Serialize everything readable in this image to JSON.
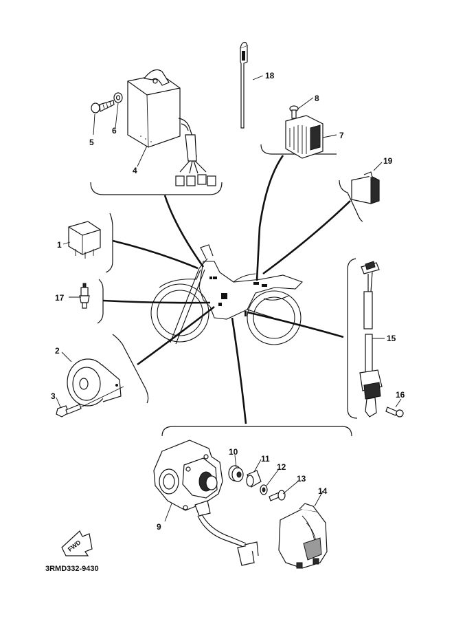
{
  "diagram": {
    "part_numbers": {
      "p1": "1",
      "p2": "2",
      "p3": "3",
      "p4": "4",
      "p5": "5",
      "p6": "6",
      "p7": "7",
      "p8": "8",
      "p9": "9",
      "p10": "10",
      "p11": "11",
      "p12": "12",
      "p13": "13",
      "p14": "14",
      "p15": "15",
      "p16": "16",
      "p17": "17",
      "p18": "18",
      "p19": "19"
    },
    "fwd_label": "FWD",
    "drawing_code": "3RMD332-9430"
  }
}
